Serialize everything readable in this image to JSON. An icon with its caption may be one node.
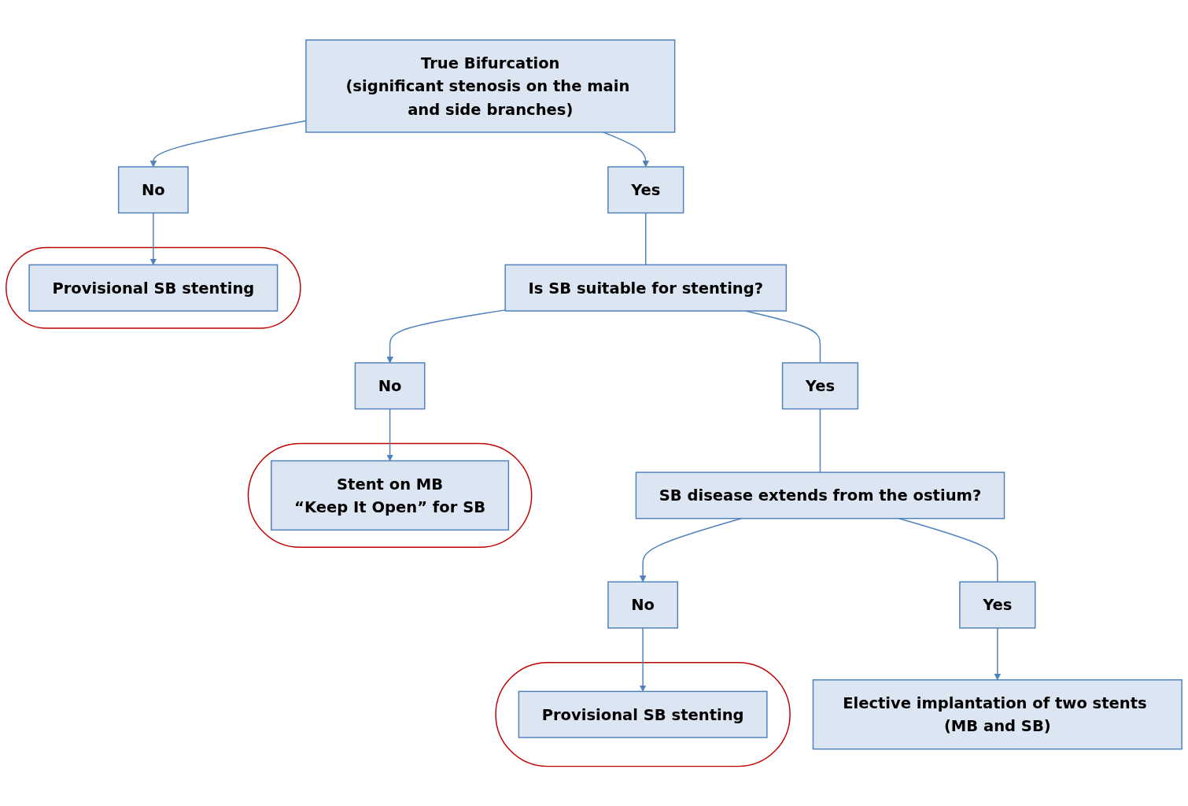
{
  "diagram": {
    "nodes": [
      {
        "text": [
          "True Bifurcation",
          "(significant stenosis on the main and side branches)"
        ]
      },
      {
        "text": [
          "No"
        ]
      },
      {
        "text": [
          "Yes"
        ]
      },
      {
        "text": [],
        "shape": "ellipse"
      },
      {
        "text": [
          "Provisional SB stenting"
        ],
        "in": 3
      },
      {
        "text": [
          "Is SB  suitable for stenting?"
        ]
      },
      {
        "text": [
          "No"
        ]
      },
      {
        "text": [
          "Yes"
        ]
      },
      {
        "text": [],
        "shape": "ellipse"
      },
      {
        "text": [
          "Stent on MB",
          "“Keep It Open” for  SB"
        ],
        "in": 8
      },
      {
        "text": [
          "SB disease extends from the ostium?"
        ]
      },
      {
        "text": [
          "No"
        ]
      },
      {
        "text": [
          "Yes"
        ]
      },
      {
        "text": [],
        "shape": "ellipse"
      },
      {
        "text": [
          "Provisional SB stenting"
        ],
        "in": 13
      },
      {
        "text": [
          "Elective implantation of two stents (MB and SB)"
        ]
      }
    ],
    "edges": [
      {
        "from": 0,
        "to": 1,
        "arrow": "to"
      },
      {
        "from": 0,
        "to": 2,
        "arrow": "to"
      },
      {
        "from": 1,
        "to": 4,
        "arrow": "to"
      },
      {
        "from": 2,
        "to": 5,
        "arrow": "none"
      },
      {
        "from": 5,
        "to": 6,
        "arrow": "to"
      },
      {
        "from": 5,
        "to": 7,
        "arrow": "none"
      },
      {
        "from": 6,
        "to": 9,
        "arrow": "to"
      },
      {
        "from": 7,
        "to": 10,
        "arrow": "none"
      },
      {
        "from": 10,
        "to": 11,
        "arrow": "to"
      },
      {
        "from": 10,
        "to": 12,
        "arrow": "none"
      },
      {
        "from": 11,
        "to": 14,
        "arrow": "to"
      },
      {
        "from": 12,
        "to": 15,
        "arrow": "to"
      }
    ]
  }
}
